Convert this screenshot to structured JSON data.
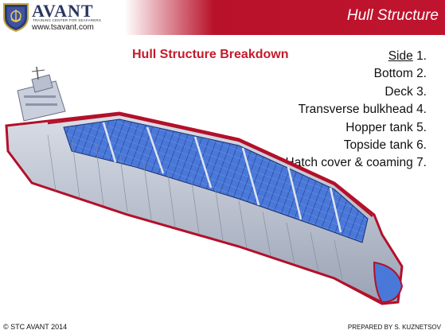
{
  "header": {
    "brand_name": "AVANT",
    "brand_tagline": "TRAINING CENTER FOR SEAFARERS",
    "brand_url": "www.tsavant.com",
    "slide_title": "Hull Structure",
    "accent_color": "#c0142e"
  },
  "main": {
    "section_title": "Hull Structure Breakdown",
    "legend": [
      {
        "label": "Side",
        "number": "1."
      },
      {
        "label": "Bottom",
        "number": "2."
      },
      {
        "label": "Deck",
        "number": "3."
      },
      {
        "label": "Transverse bulkhead",
        "number": "4."
      },
      {
        "label": "Hopper tank",
        "number": "5."
      },
      {
        "label": "Topside tank",
        "number": "6."
      },
      {
        "label": "Hatch cover & coaming",
        "number": "7."
      }
    ],
    "illustration_icon": "ship-hull-cutaway"
  },
  "footer": {
    "copyright": "© STC AVANT 2014",
    "prepared_by": "PREPARED BY S. KUZNETSOV"
  }
}
